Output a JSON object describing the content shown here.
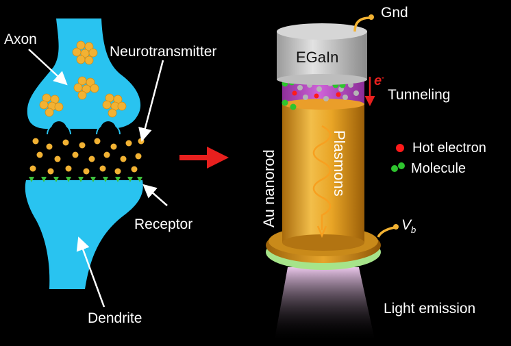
{
  "labels": {
    "axon": "Axon",
    "neurotransmitter": "Neurotransmitter",
    "receptor": "Receptor",
    "dendrite": "Dendrite",
    "gnd": "Gnd",
    "egain": "EGaIn",
    "tunneling": "Tunneling",
    "electron_symbol": "e",
    "electron_charge": "-",
    "au_nanorod": "Au nanorod",
    "plasmons": "Plasmons",
    "hot_electron": "Hot electron",
    "molecule": "Molecule",
    "vb_main": "V",
    "vb_sub": "b",
    "light_emission": "Light emission"
  },
  "colors": {
    "background": "#000000",
    "neuron": "#29c3f0",
    "vesicle": "#f2b233",
    "receptor": "#3ec23e",
    "arrow_red": "#e8201e",
    "gold": "#e3a21f",
    "egain": "#c9c9c9",
    "molecule_layer": "#b448c0",
    "base_ring": "#a6e48a",
    "light_emission": "#f4c8f4",
    "hot_electron": "#ff1a1a",
    "molecule": "#2ec42e"
  }
}
